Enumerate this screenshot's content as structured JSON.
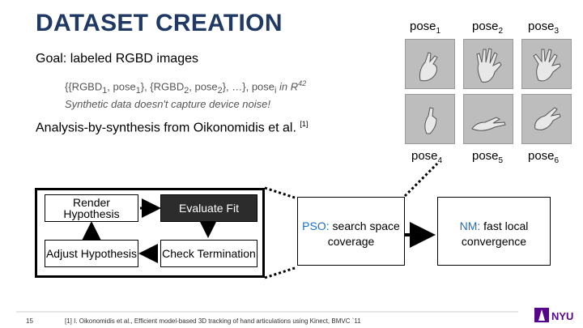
{
  "slide": {
    "title": "DATASET CREATION",
    "goal": "Goal: labeled RGBD images",
    "bullet1": {
      "prefix": "{{RGBD",
      "s1": "1",
      "mid1": ", pose",
      "s2": "1",
      "mid2": "}, {RGBD",
      "s3": "2",
      "mid3": ", pose",
      "s4": "2",
      "mid4": "}, …}, pose",
      "s5": "i",
      "mid5": " in R",
      "s6": "42"
    },
    "bullet2": "Synthetic data doesn't capture device noise!",
    "analysis": {
      "text": "Analysis-by-synthesis from Oikonomidis et al.",
      "ref": "[1]"
    },
    "poses_top": [
      {
        "base": "pose",
        "sub": "1"
      },
      {
        "base": "pose",
        "sub": "2"
      },
      {
        "base": "pose",
        "sub": "3"
      }
    ],
    "poses_bottom": [
      {
        "base": "pose",
        "sub": "4"
      },
      {
        "base": "pose",
        "sub": "5"
      },
      {
        "base": "pose",
        "sub": "6"
      }
    ],
    "flow": {
      "render": "Render Hypothesis",
      "evaluate": "Evaluate Fit",
      "adjust": "Adjust Hypothesis",
      "check": "Check Termination"
    },
    "pso": {
      "highlight": "PSO:",
      "rest": " search space coverage"
    },
    "nm": {
      "highlight": "NM:",
      "rest": " fast local convergence"
    },
    "footer": "[1] I. Oikonomidis et al., Efficient model-based 3D tracking of hand articulations using Kinect, BMVC `11",
    "page_number": "15",
    "logo_text": "NYU",
    "colors": {
      "title": "#1f3864",
      "highlight": "#1e6fc0",
      "logo": "#57068c"
    }
  }
}
